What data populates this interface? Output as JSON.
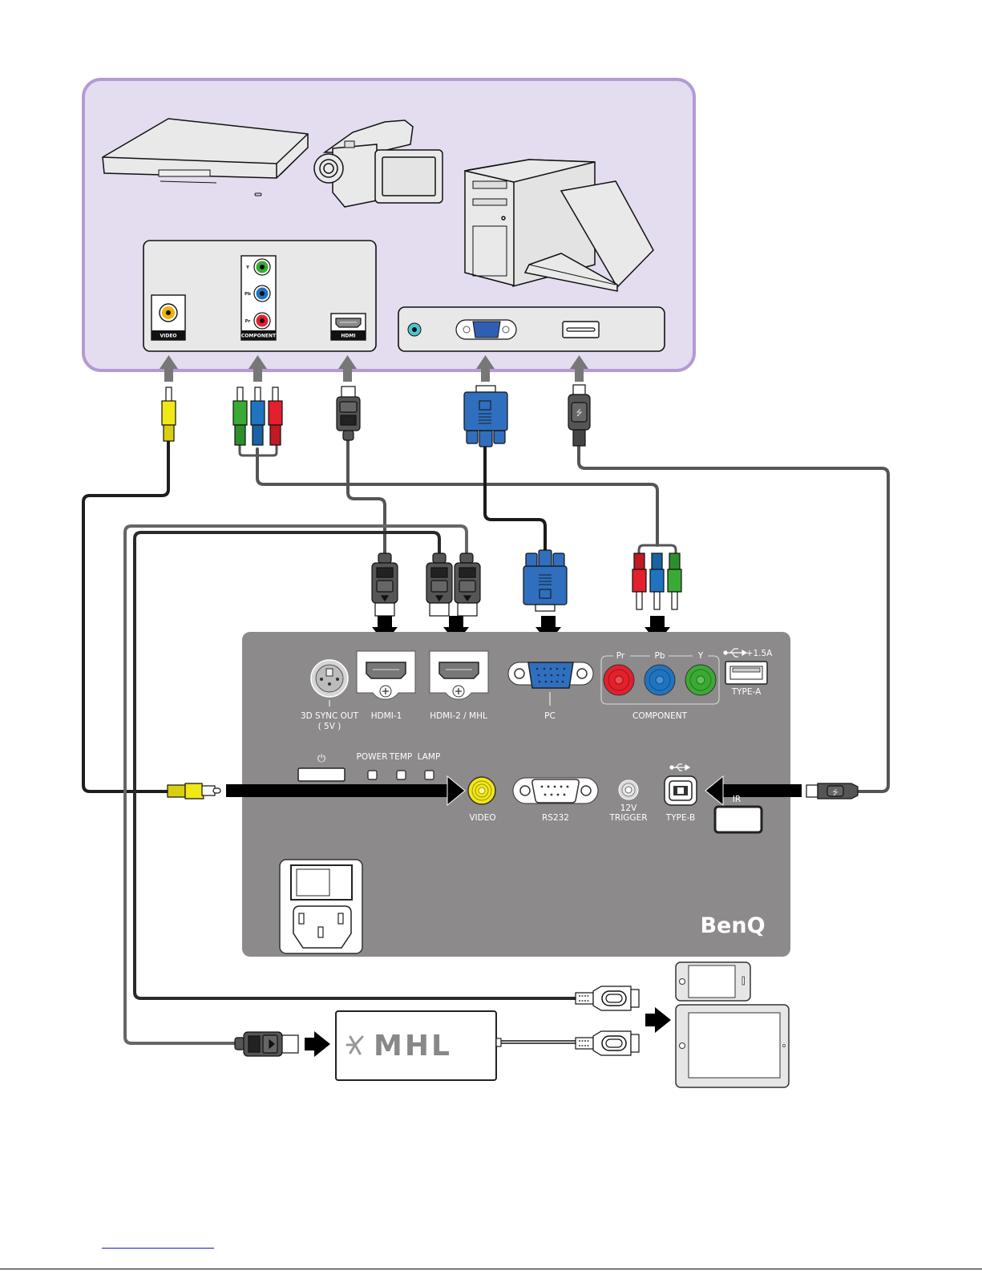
{
  "diagram": {
    "title": "Projector connection diagram",
    "colors": {
      "source_panel_bg": "#e4dcef",
      "source_panel_border": "#b39bd2",
      "projector_panel": "#8c8a8b",
      "cable_dark": "#222222",
      "cable_gray": "#5a5a5a",
      "arrow_gray": "#7a7a7a",
      "composite_yellow": "#f2e816",
      "component_green": "#3aaa35",
      "component_blue": "#1f74c0",
      "component_red": "#e3202b",
      "vga_blue": "#2f6fbd",
      "audio_cyan": "#4fc3cf"
    },
    "source_devices": [
      {
        "id": "dvd-player",
        "label": "DVD player"
      },
      {
        "id": "camcorder",
        "label": "Camcorder"
      },
      {
        "id": "desktop-pc",
        "label": "Desktop computer"
      },
      {
        "id": "laptop",
        "label": "Laptop computer"
      }
    ],
    "av_source_ports": {
      "video": "VIDEO",
      "component": "COMPONENT",
      "component_channels": [
        "Y",
        "Pb",
        "Pr"
      ],
      "hdmi": "HDMI"
    },
    "pc_source_ports": [
      "audio-out",
      "vga",
      "usb"
    ],
    "projector_ports": {
      "sync3d": "3D SYNC OUT",
      "sync3d_sub": "( 5V )",
      "hdmi1": "HDMI-1",
      "hdmi2": "HDMI-2 / MHL",
      "pc": "PC",
      "component": "COMPONENT",
      "component_channels": [
        "Pr",
        "Pb",
        "Y"
      ],
      "usb_a_spec": "+1.5A",
      "usb_a": "TYPE-A",
      "video": "VIDEO",
      "rs232": "RS232",
      "trigger_1": "12V",
      "trigger_2": "TRIGGER",
      "usb_b": "TYPE-B",
      "ir": "IR"
    },
    "indicators": [
      "POWER",
      "TEMP",
      "LAMP"
    ],
    "brand": "BenQ",
    "mhl": {
      "adapter_label": "MHL"
    },
    "mobile_devices": [
      "smartphone",
      "tablet"
    ]
  }
}
